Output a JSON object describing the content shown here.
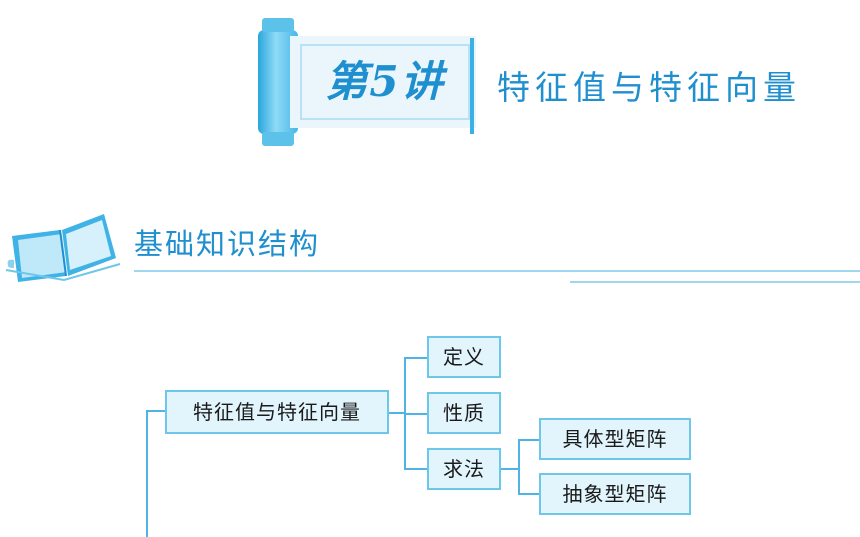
{
  "chapter_header": {
    "lecture_number": "第5讲",
    "title": "特征值与特征向量"
  },
  "section_header": {
    "title": "基础知识结构",
    "icon": "open-book-icon"
  },
  "knowledge_tree": {
    "root": "特征值与特征向量",
    "children": [
      "定义",
      "性质",
      "求法"
    ],
    "method_children": [
      "具体型矩阵",
      "抽象型矩阵"
    ]
  },
  "colors": {
    "accent_blue": "#1f8fcf",
    "node_fill": "#e2f4fc",
    "node_border": "#6ec6ea",
    "connector": "#4fb3e3"
  }
}
